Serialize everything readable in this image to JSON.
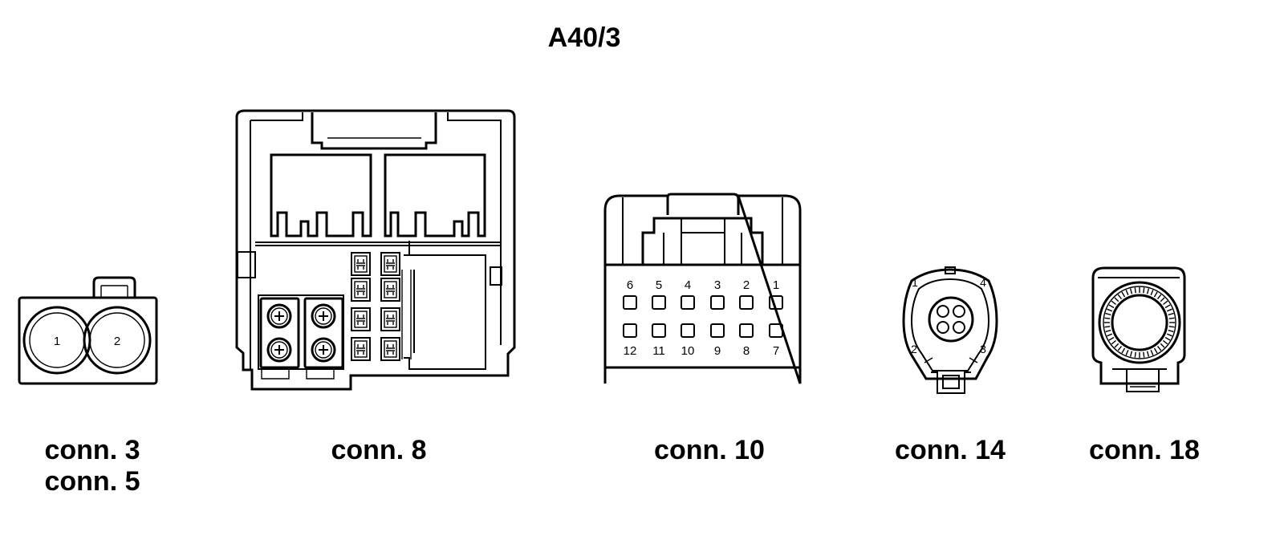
{
  "title": "A40/3",
  "connectors": {
    "c3": {
      "labels": [
        "conn. 3",
        "conn. 5"
      ],
      "pins": [
        "1",
        "2"
      ]
    },
    "c8": {
      "label": "conn. 8"
    },
    "c10": {
      "label": "conn. 10",
      "pins_top": [
        "6",
        "5",
        "4",
        "3",
        "2",
        "1"
      ],
      "pins_bottom": [
        "12",
        "11",
        "10",
        "9",
        "8",
        "7"
      ]
    },
    "c14": {
      "label": "conn. 14",
      "pins": [
        "1",
        "4",
        "2",
        "3"
      ]
    },
    "c18": {
      "label": "conn. 18"
    }
  }
}
